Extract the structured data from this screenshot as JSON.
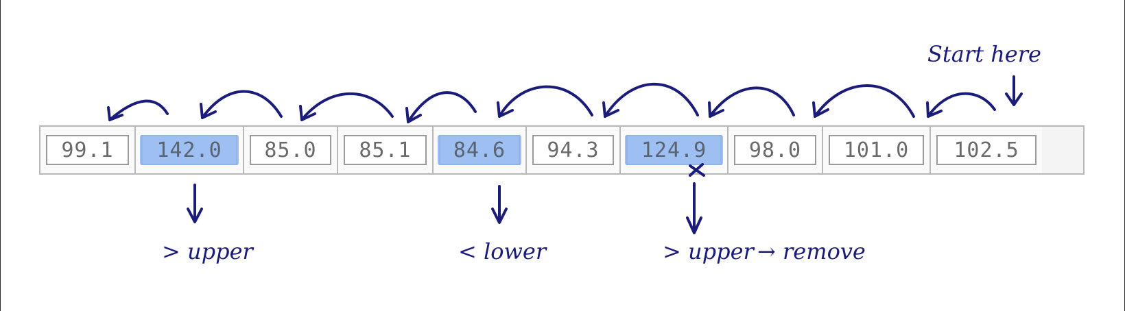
{
  "values": [
    {
      "text": "99.1",
      "highlighted": false
    },
    {
      "text": "142.0",
      "highlighted": true
    },
    {
      "text": "85.0",
      "highlighted": false
    },
    {
      "text": "85.1",
      "highlighted": false
    },
    {
      "text": "84.6",
      "highlighted": true
    },
    {
      "text": "94.3",
      "highlighted": false
    },
    {
      "text": "124.9",
      "highlighted": true
    },
    {
      "text": "98.0",
      "highlighted": false
    },
    {
      "text": "101.0",
      "highlighted": false
    },
    {
      "text": "102.5",
      "highlighted": false
    }
  ],
  "annotations": {
    "start": "Start here",
    "upper_1": "> upper",
    "lower": "< lower",
    "upper_2": "> upper",
    "remove": "→ remove"
  },
  "colors": {
    "ink": "#1b1b7a",
    "highlight": "#8fb6f0"
  }
}
